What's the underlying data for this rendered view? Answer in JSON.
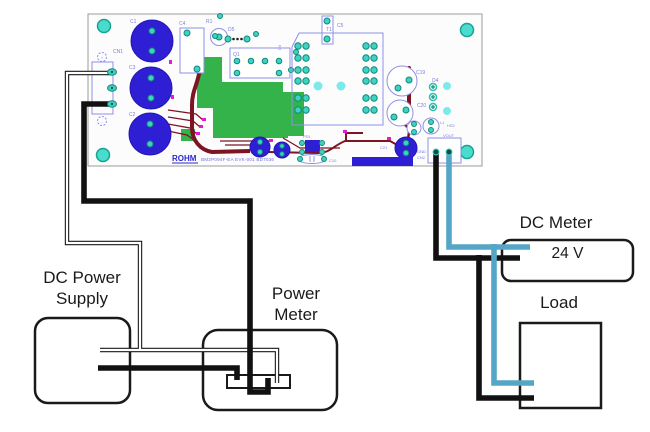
{
  "boxes": {
    "dc_supply": {
      "line1": "DC Power",
      "line2": "Supply"
    },
    "power_meter": {
      "line1": "Power",
      "line2": "Meter"
    },
    "dc_meter": {
      "label": "DC Meter",
      "value": "24 V"
    },
    "load": {
      "label": "Load"
    }
  },
  "pcb": {
    "silkscreen": {
      "brand": "ROHM",
      "text": "BM2P094F-EA EVK-001 BD7036"
    },
    "labels": {
      "c1": "C1",
      "c2": "C2",
      "c3": "C3",
      "c4": "C4",
      "c5": "C5",
      "r1": "R1",
      "d3": "D3",
      "d5": "D5",
      "q1": "Q1",
      "cn1": "CN1",
      "plus": "+",
      "minus": "-",
      "t1": "T1",
      "c19": "C19",
      "c20": "C20",
      "d4": "D4",
      "l1": "L1",
      "hs2": "HS2",
      "vout": "VOUT",
      "gnd": "GND",
      "cn2": "CN2",
      "c21": "C21",
      "c10": "C10",
      "pd1": "PD1"
    },
    "colors": {
      "copper_pour": "#34b34a",
      "capacitor_blue": "#2f1fd4",
      "trace_maroon": "#7d1421",
      "pad_teal": "#3fd1c2",
      "outline_periwinkle": "#8f8fe8",
      "marker_magenta": "#e31bd0"
    }
  },
  "wires": {
    "colors": {
      "power_black": "#111111",
      "vout_teal": "#55a6c6"
    }
  }
}
